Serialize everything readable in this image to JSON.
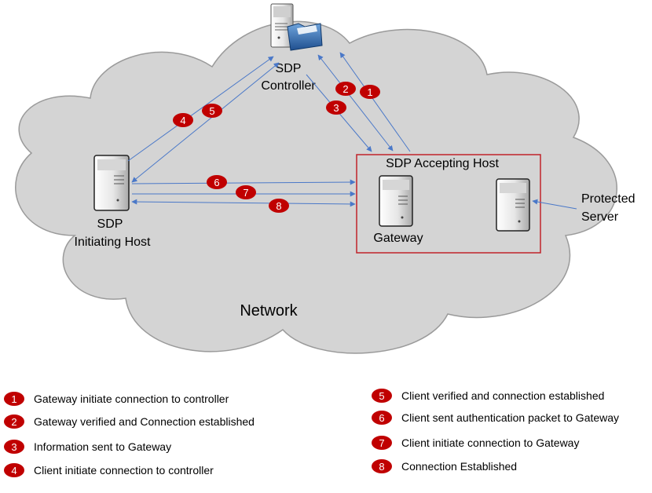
{
  "diagram": {
    "nodes": {
      "controller": {
        "label_line1": "SDP",
        "label_line2": "Controller"
      },
      "initiating_host": {
        "label_line1": "SDP",
        "label_line2": "Initiating Host"
      },
      "accepting_host": {
        "label": "SDP Accepting Host"
      },
      "gateway": {
        "label": "Gateway"
      },
      "protected_server": {
        "label_line1": "Protected",
        "label_line2": "Server"
      },
      "network": {
        "label": "Network"
      }
    },
    "steps": [
      {
        "num": "1",
        "text": "Gateway initiate connection to controller"
      },
      {
        "num": "2",
        "text": "Gateway verified and Connection established"
      },
      {
        "num": "3",
        "text": "Information  sent to Gateway"
      },
      {
        "num": "4",
        "text": "Client initiate connection to controller"
      },
      {
        "num": "5",
        "text": "Client verified and connection established"
      },
      {
        "num": "6",
        "text": "Client sent authentication packet to Gateway"
      },
      {
        "num": "7",
        "text": "Client initiate connection to Gateway"
      },
      {
        "num": "8",
        "text": "Connection Established"
      }
    ]
  },
  "colors": {
    "cloud_fill": "#d4d4d4",
    "cloud_stroke": "#9a9a9a",
    "arrow": "#4a78c8",
    "badge": "#c00000",
    "host_box": "#c0232a"
  }
}
